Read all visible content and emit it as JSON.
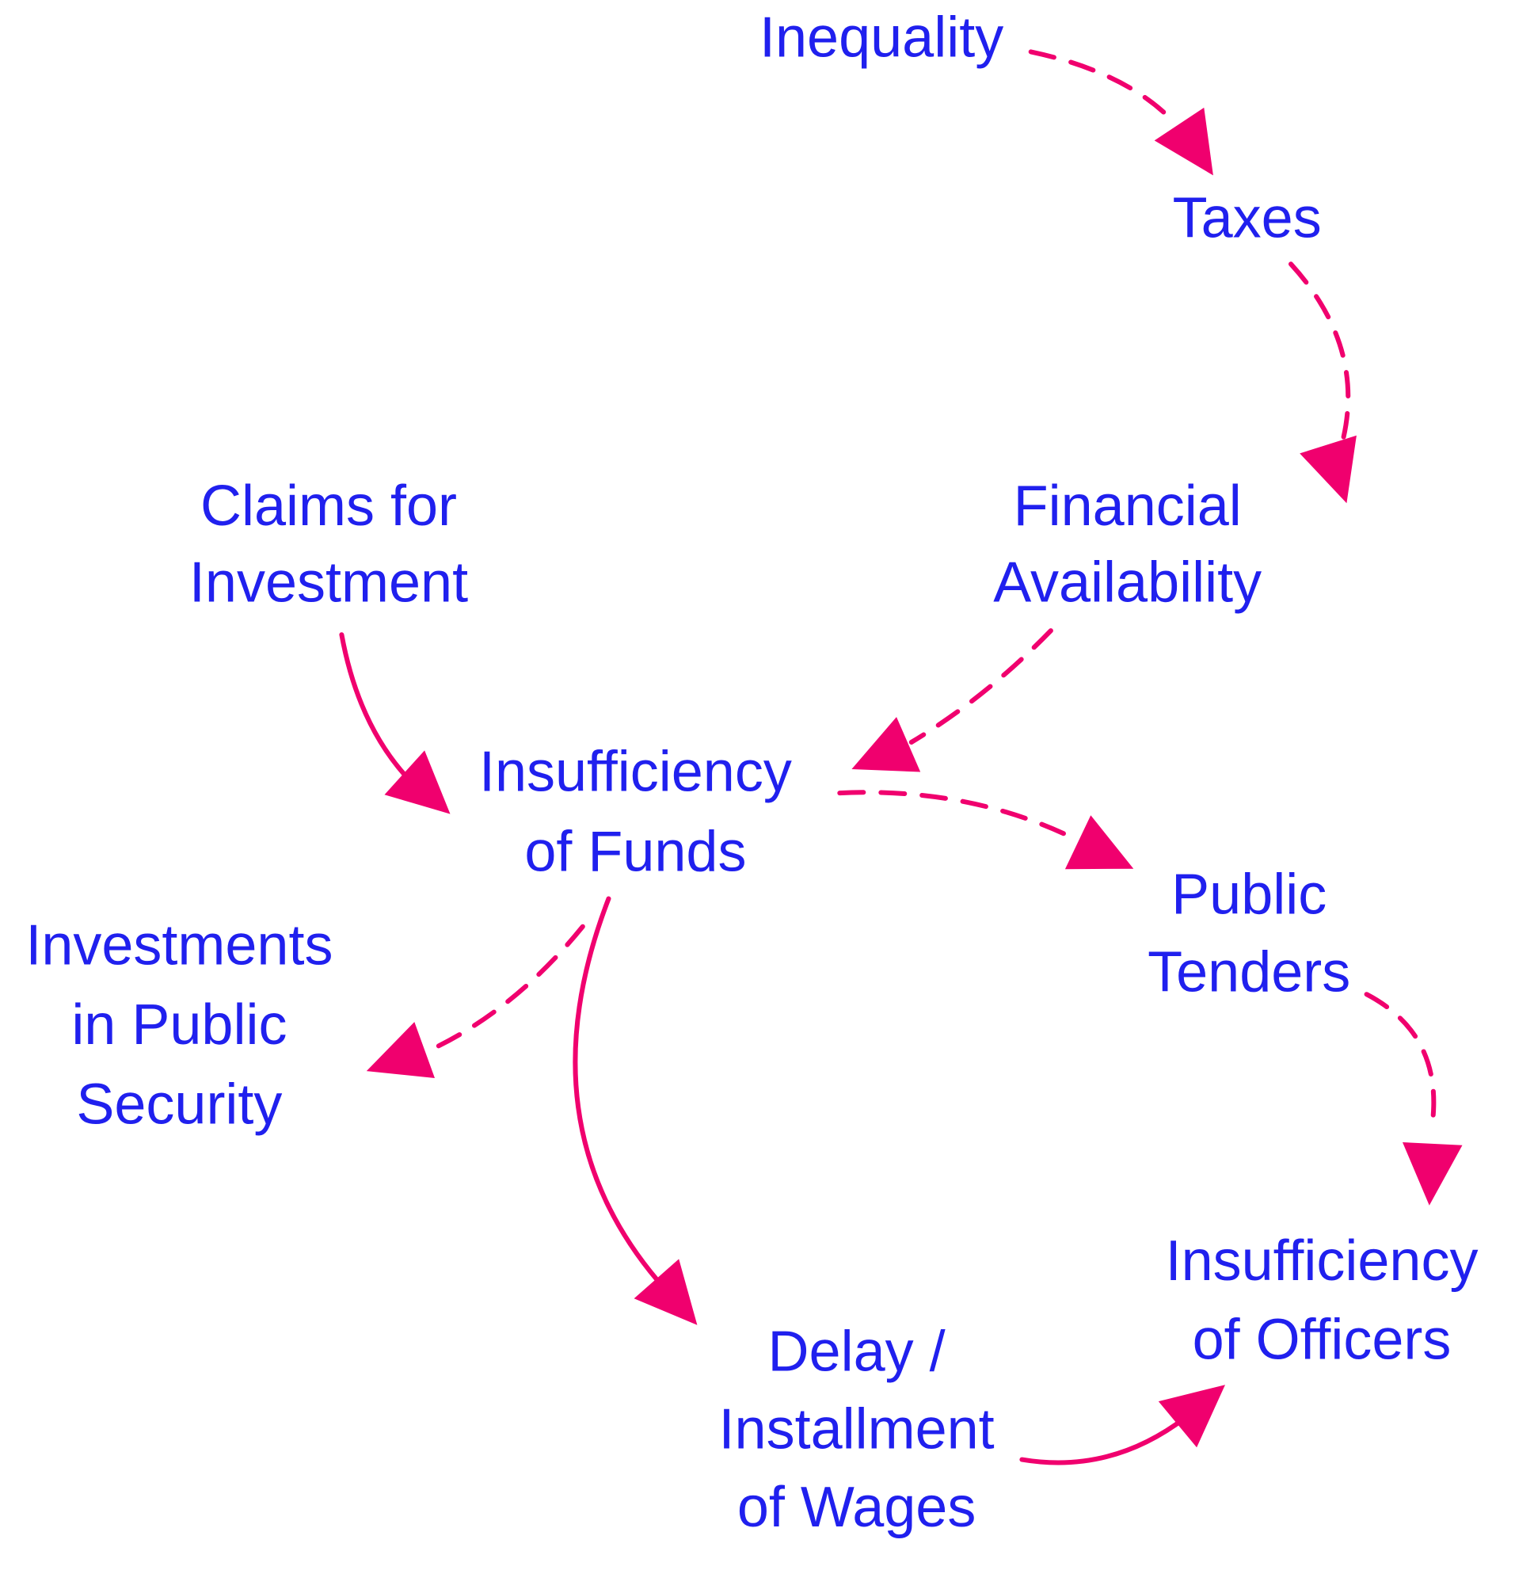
{
  "colors": {
    "node_text": "#2020ee",
    "edge": "#f0006e"
  },
  "nodes": [
    {
      "id": "inequality",
      "lines": [
        "Inequality"
      ]
    },
    {
      "id": "taxes",
      "lines": [
        "Taxes"
      ]
    },
    {
      "id": "financial_availability",
      "lines": [
        "Financial",
        "Availability"
      ]
    },
    {
      "id": "claims_for_investment",
      "lines": [
        "Claims for",
        "Investment"
      ]
    },
    {
      "id": "insufficiency_of_funds",
      "lines": [
        "Insufficiency",
        "of Funds"
      ]
    },
    {
      "id": "public_tenders",
      "lines": [
        "Public",
        "Tenders"
      ]
    },
    {
      "id": "investments_in_public_security",
      "lines": [
        "Investments",
        "in Public",
        "Security"
      ]
    },
    {
      "id": "insufficiency_of_officers",
      "lines": [
        "Insufficiency",
        "of Officers"
      ]
    },
    {
      "id": "delay_installment_of_wages",
      "lines": [
        "Delay /",
        "Installment",
        "of Wages"
      ]
    }
  ],
  "edges": [
    {
      "from": "inequality",
      "to": "taxes",
      "style": "dashed"
    },
    {
      "from": "taxes",
      "to": "financial_availability",
      "style": "dashed"
    },
    {
      "from": "financial_availability",
      "to": "insufficiency_of_funds",
      "style": "dashed"
    },
    {
      "from": "claims_for_investment",
      "to": "insufficiency_of_funds",
      "style": "solid"
    },
    {
      "from": "insufficiency_of_funds",
      "to": "public_tenders",
      "style": "dashed"
    },
    {
      "from": "insufficiency_of_funds",
      "to": "investments_in_public_security",
      "style": "dashed"
    },
    {
      "from": "insufficiency_of_funds",
      "to": "delay_installment_of_wages",
      "style": "solid"
    },
    {
      "from": "public_tenders",
      "to": "insufficiency_of_officers",
      "style": "dashed"
    },
    {
      "from": "delay_installment_of_wages",
      "to": "insufficiency_of_officers",
      "style": "solid"
    }
  ]
}
